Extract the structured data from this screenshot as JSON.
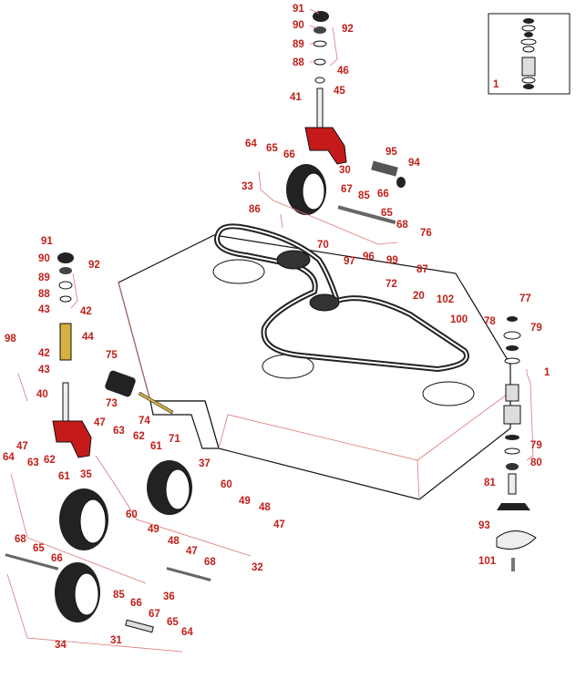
{
  "labels": {
    "91a": "91",
    "90a": "90",
    "92a": "92",
    "89a": "89",
    "88a": "88",
    "46": "46",
    "45": "45",
    "41": "41",
    "64a": "64",
    "65a": "65",
    "66a": "66",
    "30": "30",
    "95": "95",
    "94": "94",
    "33": "33",
    "67a": "67",
    "85a": "85",
    "66b": "66",
    "65b": "65",
    "68a": "68",
    "86": "86",
    "76": "76",
    "70": "70",
    "97": "97",
    "96": "96",
    "99": "99",
    "87": "87",
    "72": "72",
    "20": "20",
    "102": "102",
    "100": "100",
    "91b": "91",
    "90b": "90",
    "92b": "92",
    "89b": "89",
    "88b": "88",
    "43a": "43",
    "42a": "42",
    "98": "98",
    "42b": "42",
    "44": "44",
    "43b": "43",
    "75": "75",
    "40": "40",
    "73": "73",
    "74": "74",
    "71": "71",
    "47a": "47",
    "63a": "63",
    "62a": "62",
    "61a": "61",
    "37": "37",
    "64b": "64",
    "47b": "47",
    "63b": "63",
    "62b": "62",
    "61b": "61",
    "35": "35",
    "60a": "60",
    "49a": "49",
    "48a": "48",
    "47c": "47",
    "32": "32",
    "60b": "60",
    "49b": "49",
    "48b": "48",
    "47d": "47",
    "68b": "68",
    "68c": "68",
    "65c": "65",
    "66c": "66",
    "36": "36",
    "85b": "85",
    "66d": "66",
    "67b": "67",
    "65d": "65",
    "64c": "64",
    "31": "31",
    "34": "34",
    "77": "77",
    "78": "78",
    "79a": "79",
    "1a": "1",
    "79b": "79",
    "80": "80",
    "81": "81",
    "93": "93",
    "101": "101",
    "1b": "1"
  }
}
